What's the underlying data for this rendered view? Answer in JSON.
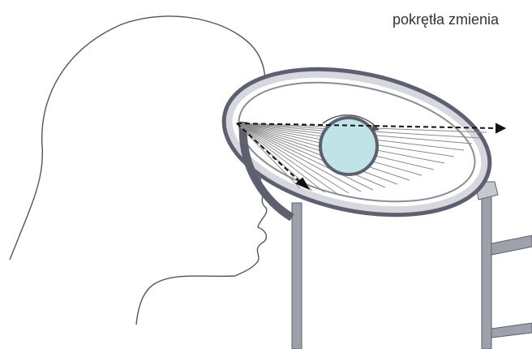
{
  "caption": {
    "text": "pokrętła zmienia"
  },
  "colors": {
    "frame": "#8a8c96",
    "frame_dark": "#5e6070",
    "frame_light": "#d7d8de",
    "lens_fill": "#bfe3e6",
    "ray": "#8a8a8a",
    "arrow_dark": "#111111",
    "profile": "#555555"
  },
  "icons": [
    "head-profile",
    "oval-mirror-frame",
    "lens-knob",
    "stand-legs"
  ]
}
